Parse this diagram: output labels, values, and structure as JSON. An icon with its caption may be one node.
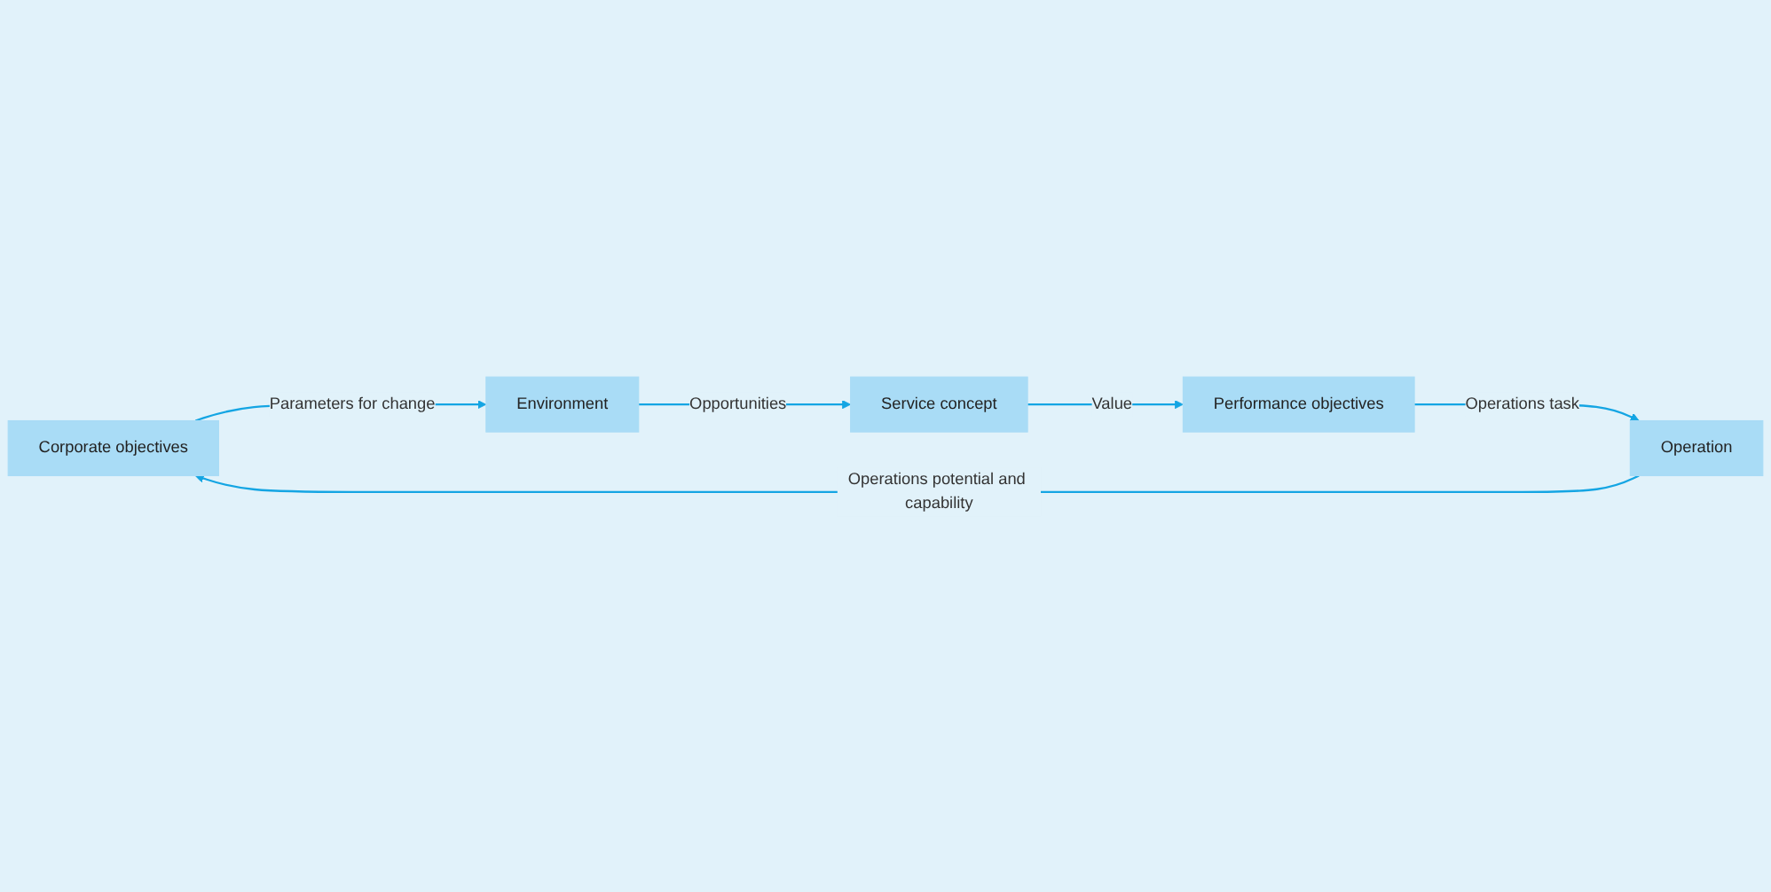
{
  "diagram": {
    "nodes": [
      {
        "text": [
          "Corporate objectives"
        ]
      },
      {
        "text": [
          "Environment"
        ]
      },
      {
        "text": [
          "Service concept"
        ]
      },
      {
        "text": [
          "Performance objectives"
        ]
      },
      {
        "text": [
          "Operation"
        ]
      }
    ],
    "edges": [
      {
        "from": 0,
        "to": 1,
        "arrow": "to",
        "label": "Parameters for change"
      },
      {
        "from": 1,
        "to": 2,
        "arrow": "to",
        "label": "Opportunities"
      },
      {
        "from": 2,
        "to": 3,
        "arrow": "to",
        "label": "Value"
      },
      {
        "from": 3,
        "to": 4,
        "arrow": "to",
        "label": "Operations task"
      },
      {
        "from": 4,
        "to": 0,
        "arrow": "to",
        "label": "Operations potential and capability"
      }
    ]
  }
}
